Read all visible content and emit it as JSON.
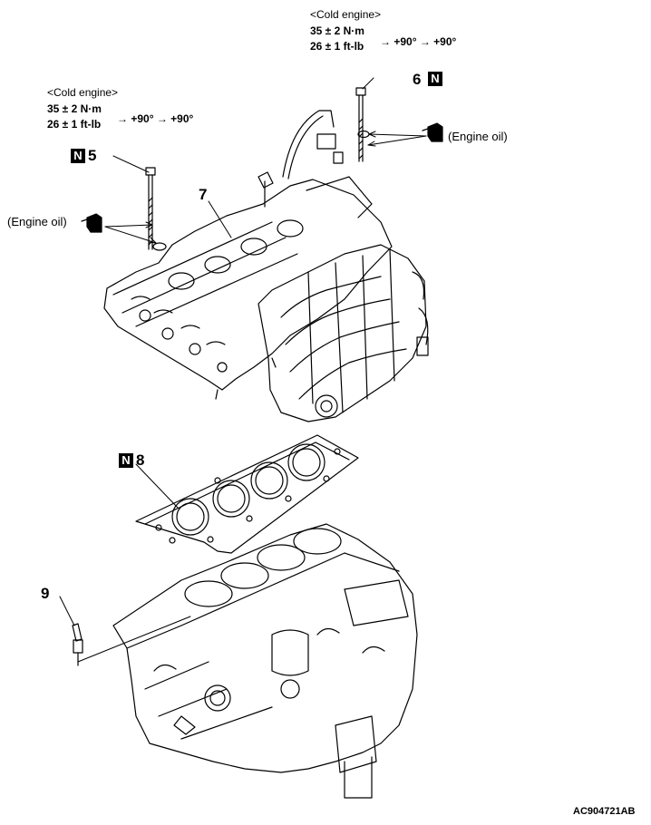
{
  "callout_right": {
    "condition": "<Cold engine>",
    "torque_nm": "35 ± 2 N·m",
    "torque_ftlb": "26 ± 1 ft-lb",
    "angle_seq": "→ +90° → +90°"
  },
  "callout_left": {
    "condition": "<Cold engine>",
    "torque_nm": "35 ± 2 N·m",
    "torque_ftlb": "26 ± 1 ft-lb",
    "angle_seq": "→ +90° → +90°"
  },
  "parts": {
    "p5": "5",
    "p6": "6",
    "p7": "7",
    "p8": "8",
    "p9": "9"
  },
  "badge_letter": "N",
  "oil_label_right": "(Engine oil)",
  "oil_label_left": "(Engine oil)",
  "figure_code": "AC904721AB"
}
